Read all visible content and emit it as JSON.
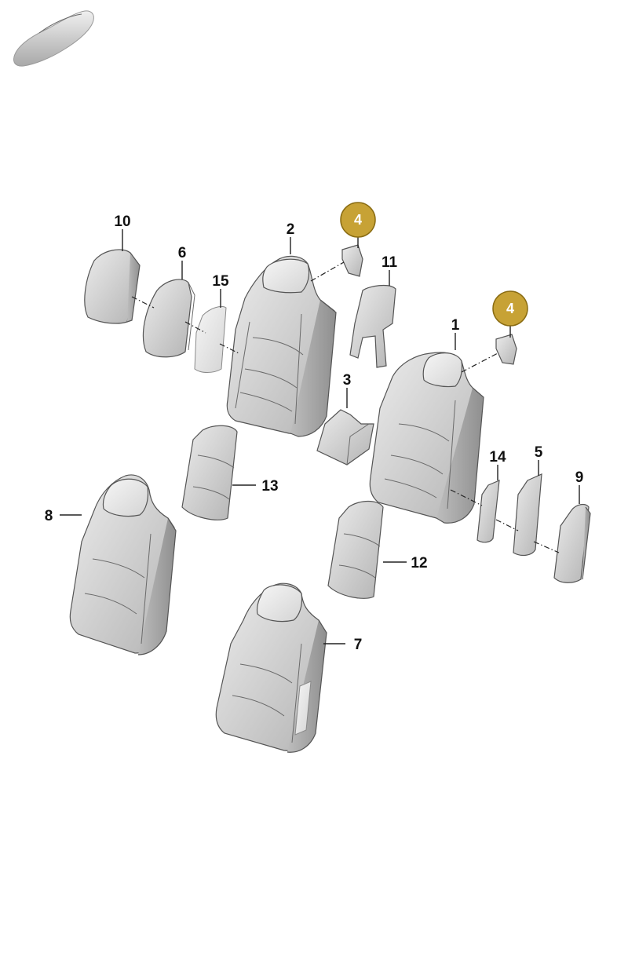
{
  "colors": {
    "highlight_badge": "#c7a235",
    "highlight_badge_stroke": "#8a6c12",
    "part_fill": "#d2d2d2",
    "part_dark": "#a9a9a9",
    "part_light": "#e9e9e9",
    "line": "#222222"
  },
  "vehicle_icon": {
    "icon": "car-silhouette-icon"
  },
  "callouts": [
    {
      "id": "c10",
      "label": "10"
    },
    {
      "id": "c6",
      "label": "6"
    },
    {
      "id": "c15",
      "label": "15"
    },
    {
      "id": "c2",
      "label": "2"
    },
    {
      "id": "c11",
      "label": "11"
    },
    {
      "id": "c1",
      "label": "1"
    },
    {
      "id": "c3",
      "label": "3"
    },
    {
      "id": "c13",
      "label": "13"
    },
    {
      "id": "c14",
      "label": "14"
    },
    {
      "id": "c5",
      "label": "5"
    },
    {
      "id": "c9",
      "label": "9"
    },
    {
      "id": "c8",
      "label": "8"
    },
    {
      "id": "c12",
      "label": "12"
    },
    {
      "id": "c7",
      "label": "7"
    }
  ],
  "highlighted_callouts": [
    {
      "id": "h4a",
      "label": "4"
    },
    {
      "id": "h4b",
      "label": "4"
    }
  ]
}
